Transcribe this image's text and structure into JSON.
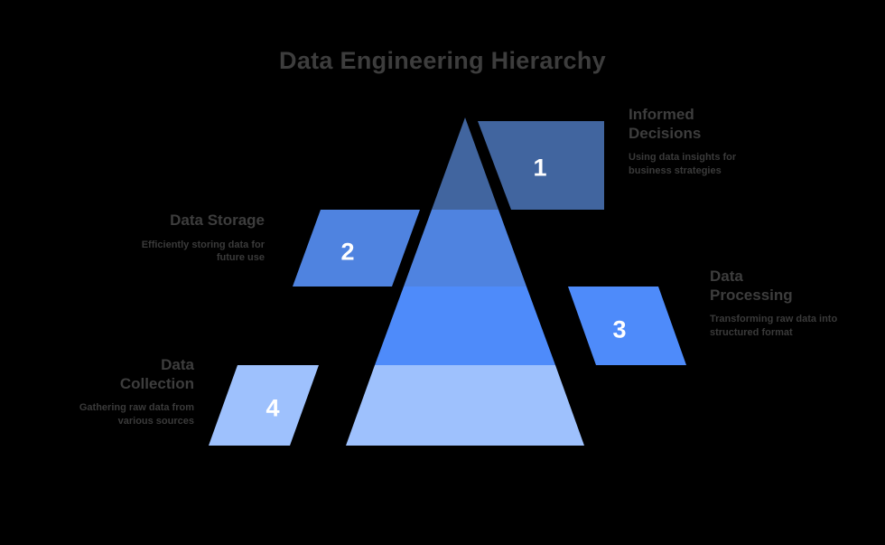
{
  "chart_data": {
    "type": "pyramid",
    "title": "Data Engineering Hierarchy",
    "background": "#000000",
    "title_color": "#3d3d3d",
    "label_color": "#3a3a3a",
    "number_color": "#ffffff",
    "orientation": "apex-top",
    "levels": [
      {
        "rank": "1",
        "label": "Informed\nDecisions",
        "label_line1": "Informed",
        "label_line2": "Decisions",
        "description": "Using data insights for business strategies",
        "color": "#41659f",
        "side": "right"
      },
      {
        "rank": "2",
        "label": "Data Storage",
        "label_line1": "Data Storage",
        "label_line2": "",
        "description": "Efficiently storing data for future use",
        "color": "#4f83e0",
        "side": "left"
      },
      {
        "rank": "3",
        "label": "Data\nProcessing",
        "label_line1": "Data",
        "label_line2": "Processing",
        "description": "Transforming raw data into structured format",
        "color": "#4e8bfa",
        "side": "right"
      },
      {
        "rank": "4",
        "label": "Data\nCollection",
        "label_line1": "Data",
        "label_line2": "Collection",
        "description": "Gathering raw data from various sources",
        "color": "#9ec1fd",
        "side": "left"
      }
    ]
  }
}
